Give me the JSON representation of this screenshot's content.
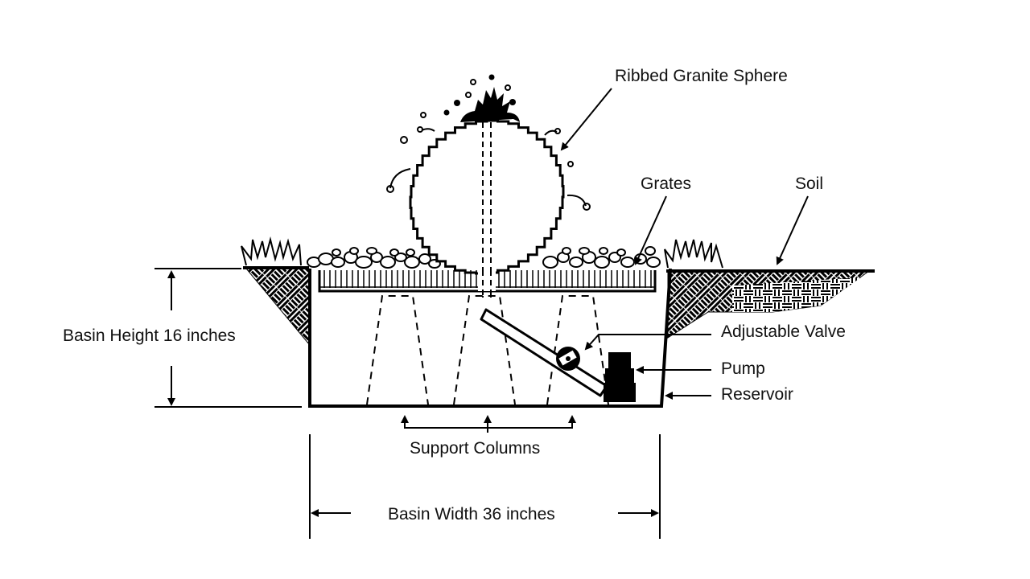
{
  "diagram": {
    "title": "Ribbed Granite Sphere fountain cross-section",
    "colors": {
      "ink": "#000000",
      "background": "#ffffff"
    },
    "labels": {
      "sphere": "Ribbed Granite Sphere",
      "grates": "Grates",
      "soil": "Soil",
      "valve": "Adjustable Valve",
      "pump": "Pump",
      "reservoir": "Reservoir",
      "support_columns": "Support Columns",
      "basin_height": "Basin Height 16 inches",
      "basin_width": "Basin Width 36 inches"
    },
    "dimensions": {
      "basin_height_inches": 16,
      "basin_width_inches": 36
    },
    "support_column_count": 3
  }
}
